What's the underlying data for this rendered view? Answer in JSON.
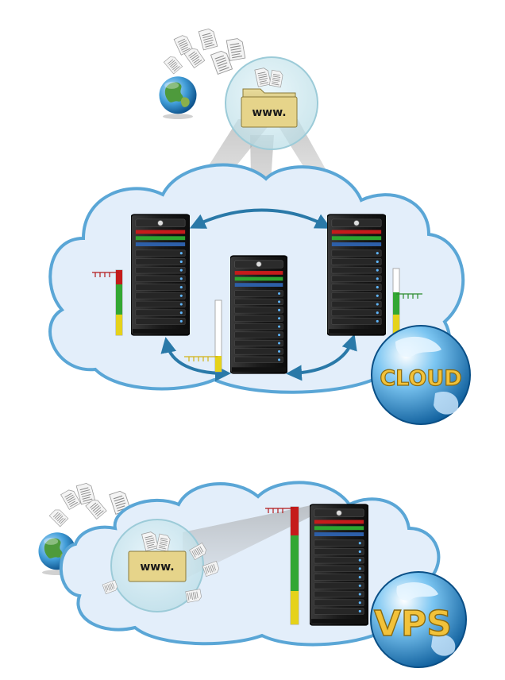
{
  "cloud_panel": {
    "folder_text": "www.",
    "globe_label": "CLOUD",
    "colors": {
      "cloud_fill": "#e3eefa",
      "cloud_stroke": "#5aa6d6",
      "arrow": "#2a79a8",
      "label_fill": "#f2c23a",
      "label_stroke": "#8a6a10"
    },
    "meters": [
      {
        "id": "left-meter",
        "level": 0.95,
        "color_stops": [
          "red",
          "green",
          "yellow"
        ]
      },
      {
        "id": "middle-meter",
        "level": 0.12,
        "color_stops": [
          "yellow"
        ]
      },
      {
        "id": "right-meter",
        "level": 0.6,
        "color_stops": [
          "green",
          "yellow"
        ]
      }
    ]
  },
  "vps_panel": {
    "folder_text": "www.",
    "globe_label": "VPS",
    "meter_level": 1.0
  },
  "icons": [
    "globe-icon",
    "paper-documents-icon",
    "folder-icon",
    "server-rack-icon",
    "bidirectional-arrow-icon",
    "usage-meter-icon"
  ]
}
